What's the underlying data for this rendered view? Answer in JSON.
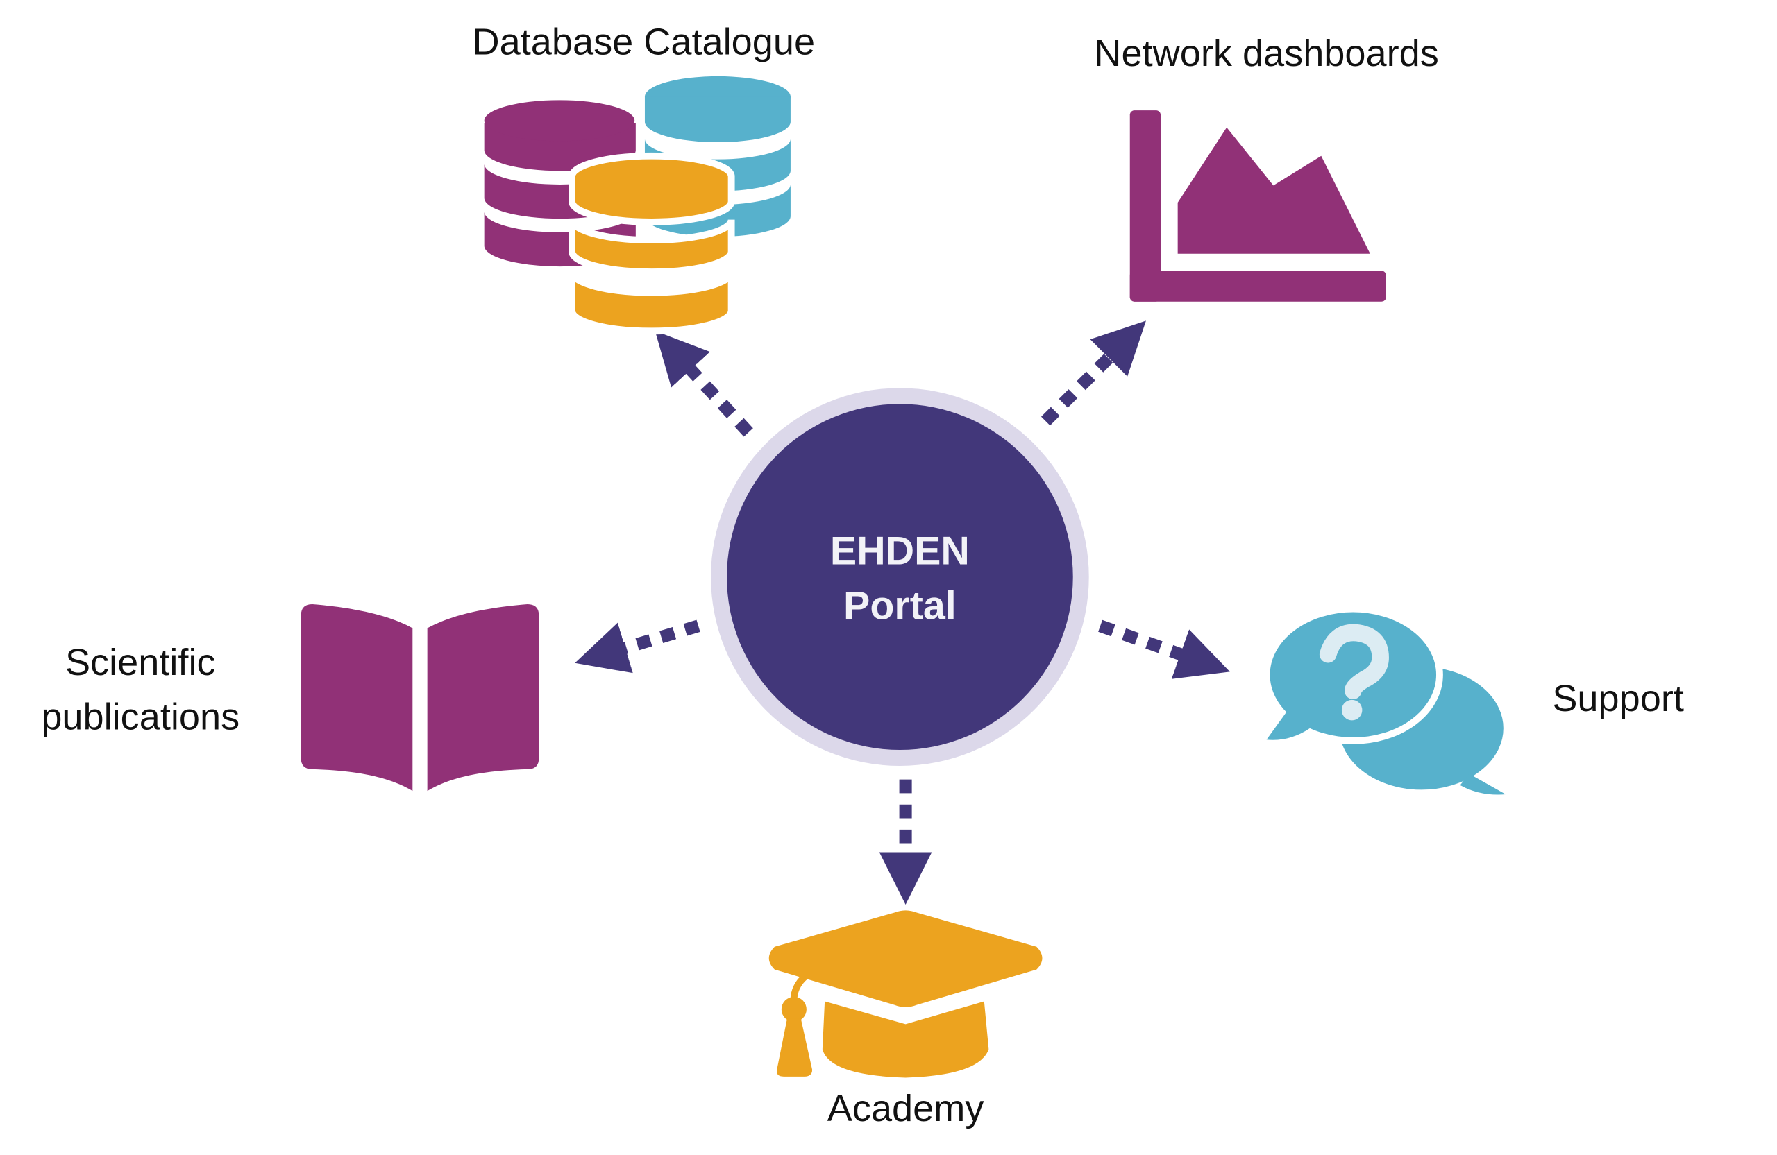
{
  "center": {
    "line1": "EHDEN",
    "line2": "Portal"
  },
  "nodes": {
    "database_catalogue": "Database Catalogue",
    "network_dashboards": "Network dashboards",
    "scientific_publications": {
      "line1": "Scientific",
      "line2": "publications"
    },
    "support": "Support",
    "academy": "Academy"
  },
  "colors": {
    "center": "#42377a",
    "ring": "#dcd8ea",
    "purple": "#913177",
    "teal": "#57b1cc",
    "orange": "#eca31f",
    "arrow": "#42377a"
  }
}
